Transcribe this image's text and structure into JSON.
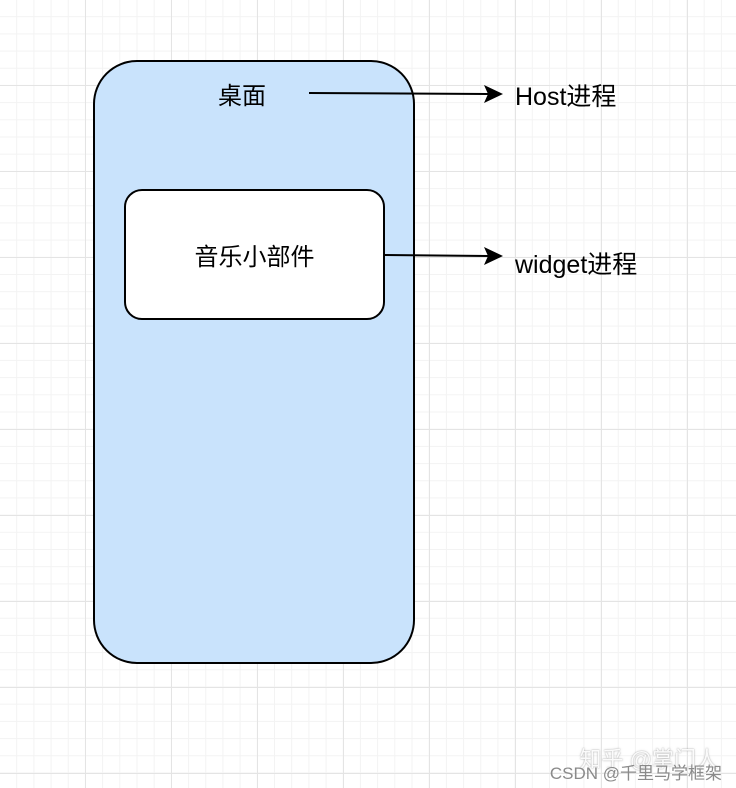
{
  "diagram": {
    "desktop_label": "桌面",
    "widget_label": "音乐小部件",
    "host_process_label": "Host进程",
    "widget_process_label": "widget进程"
  },
  "watermarks": {
    "zhihu": "知乎 @掌门人",
    "csdn": "CSDN @千里马学框架"
  },
  "colors": {
    "desktop_fill": "#c9e3fc",
    "widget_fill": "#ffffff",
    "stroke": "#000000",
    "grid": "#e4e4e4"
  }
}
